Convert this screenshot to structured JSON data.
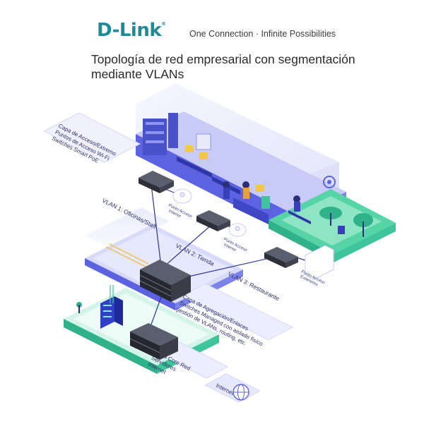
{
  "header": {
    "brand": "D-Link",
    "brand_mark": "®",
    "tagline": "One Connection · Infinite Possibilities",
    "title_line1": "Topología de red empresarial con segmentación",
    "title_line2": "mediante VLANs"
  },
  "access_layer": {
    "line1": "Capa de Acceso/Extremo",
    "line2": "Puntos de Acceso Wi-Fi",
    "line3": "Switches Smart PoE"
  },
  "ap_labels": {
    "ap1_line1": "Punto Acceso",
    "ap1_line2": "Interior",
    "ap2_line1": "Punto Acceso",
    "ap2_line2": "Interior",
    "ap3_line1": "Punto Acceso",
    "ap3_line2": "Exteriores"
  },
  "vlans": {
    "vlan1": "VLAN 1: Oficinas/Staff",
    "vlan2": "VLAN 2: Tienda",
    "vlan3": "VLAN 3: Restaurante"
  },
  "aggregation_layer": {
    "line1": "Capa de Agregación/Enlaces",
    "line2": "Switches Managed con aislado físico",
    "line3": "gestión de VLANs, routing, etc."
  },
  "core_layer": {
    "line1": "Capa Core Red",
    "line2": "Servidores",
    "line3": "Internet"
  },
  "internet": {
    "label": "Internet"
  },
  "colors": {
    "brand": "#1e8c96",
    "platform_blue": "#5b63e0",
    "platform_light": "#d8daf8",
    "platform_green": "#3ec59a",
    "cable": "#2e3891"
  }
}
